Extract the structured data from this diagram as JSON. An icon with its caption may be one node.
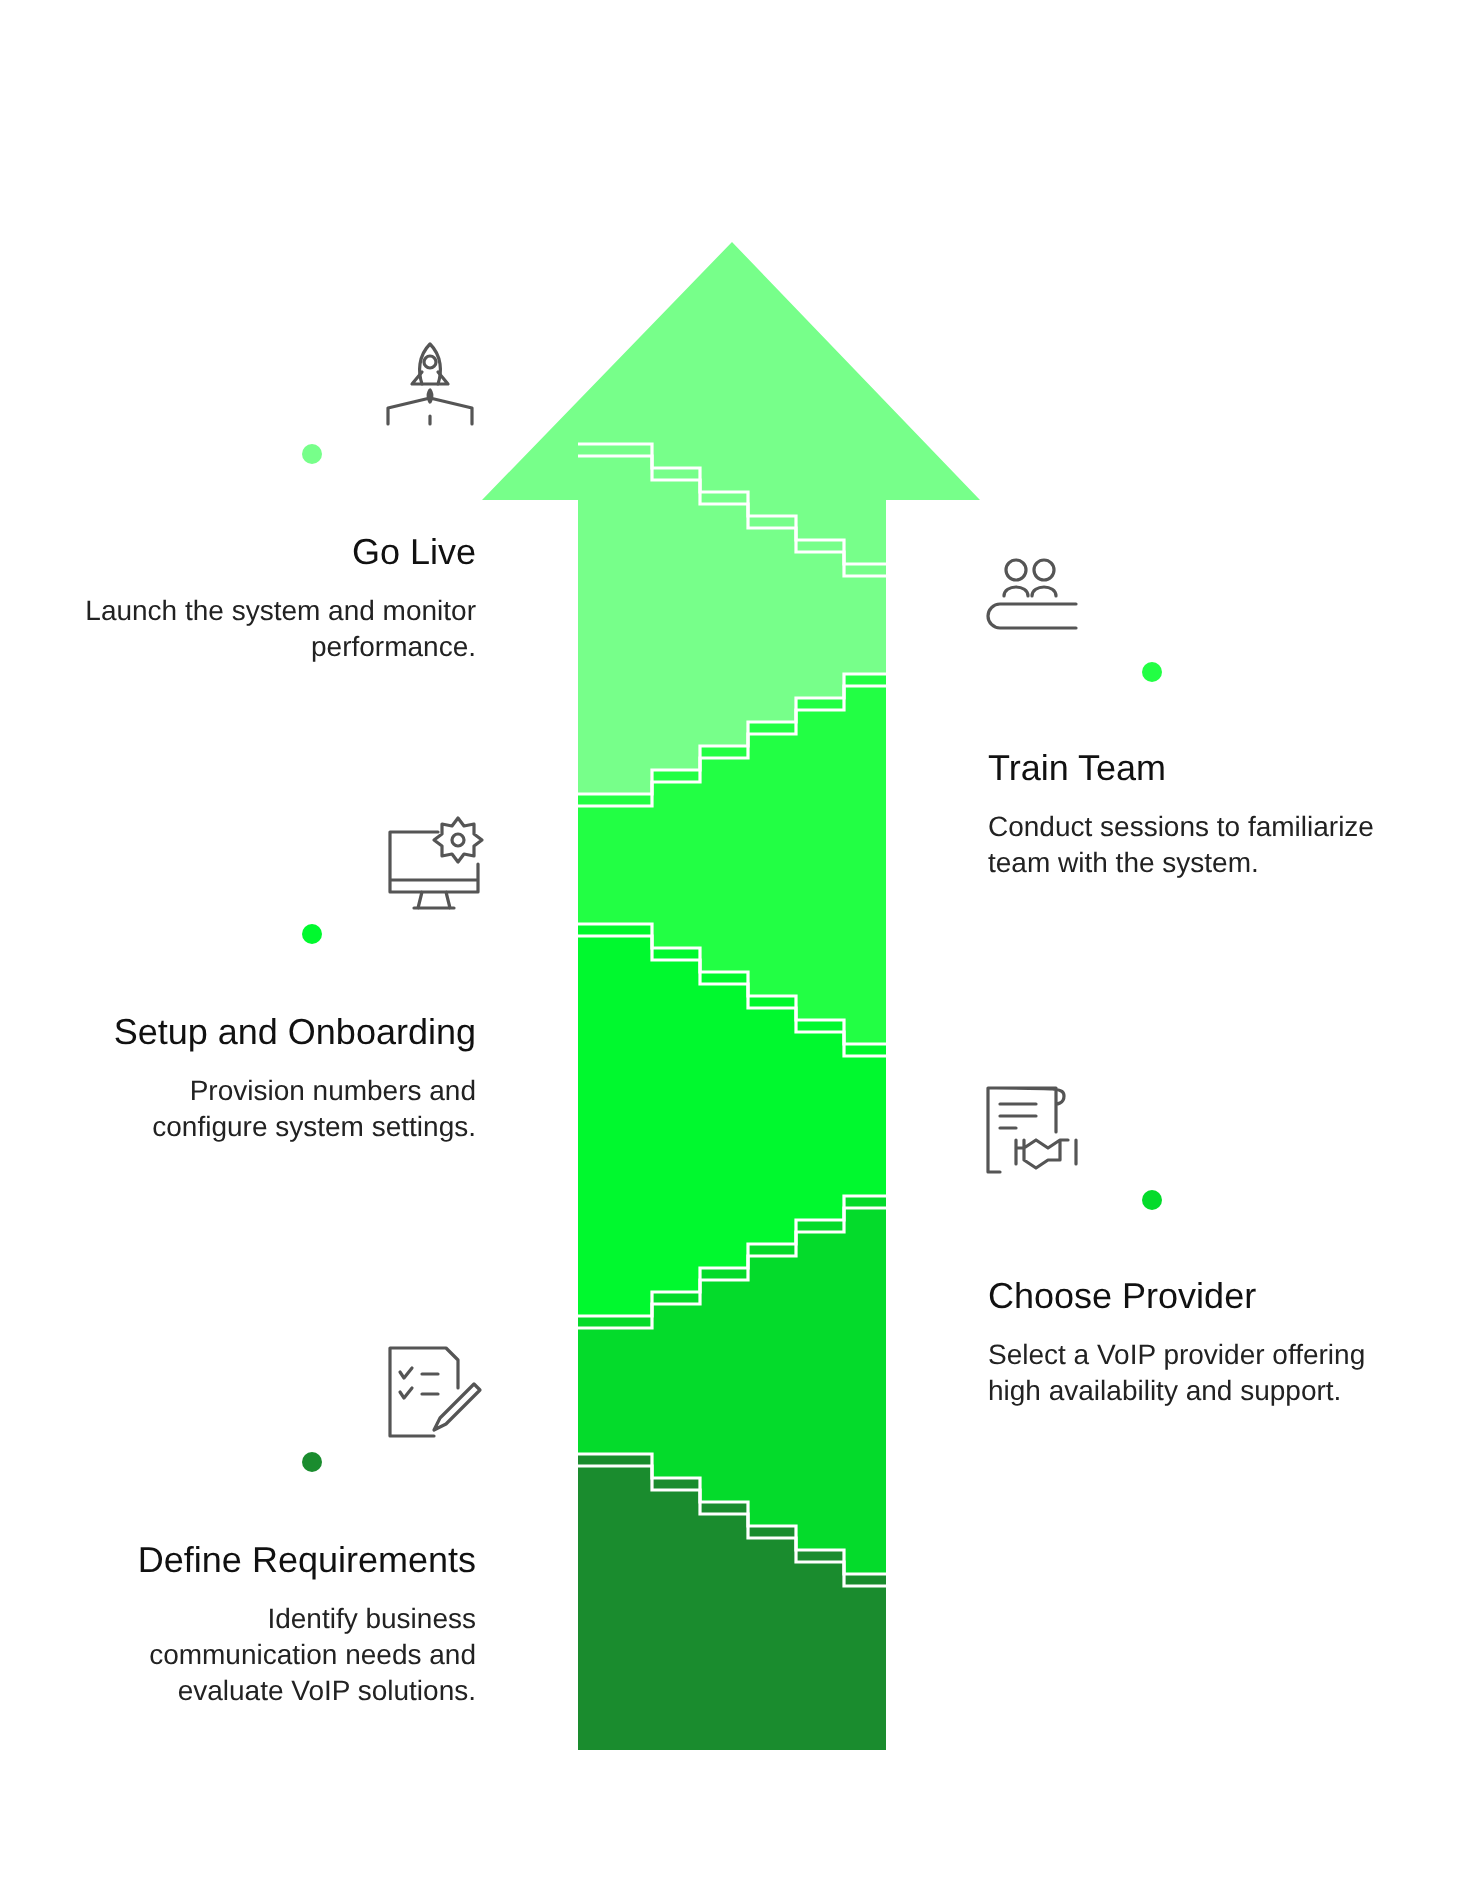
{
  "diagram": {
    "nodes": [
      {
        "text": [
          "Go Live",
          "Launch the system and monitor performance."
        ]
      },
      {
        "text": [
          "Train Team",
          "Conduct sessions to familiarize team with the system."
        ]
      },
      {
        "text": [
          "Setup and Onboarding",
          "Provision numbers and configure system settings."
        ]
      },
      {
        "text": [
          "Choose Provider",
          "Select a VoIP provider offering high availability and support."
        ]
      },
      {
        "text": [
          "Define Requirements",
          "Identify business communication needs and evaluate VoIP solutions."
        ]
      }
    ]
  }
}
